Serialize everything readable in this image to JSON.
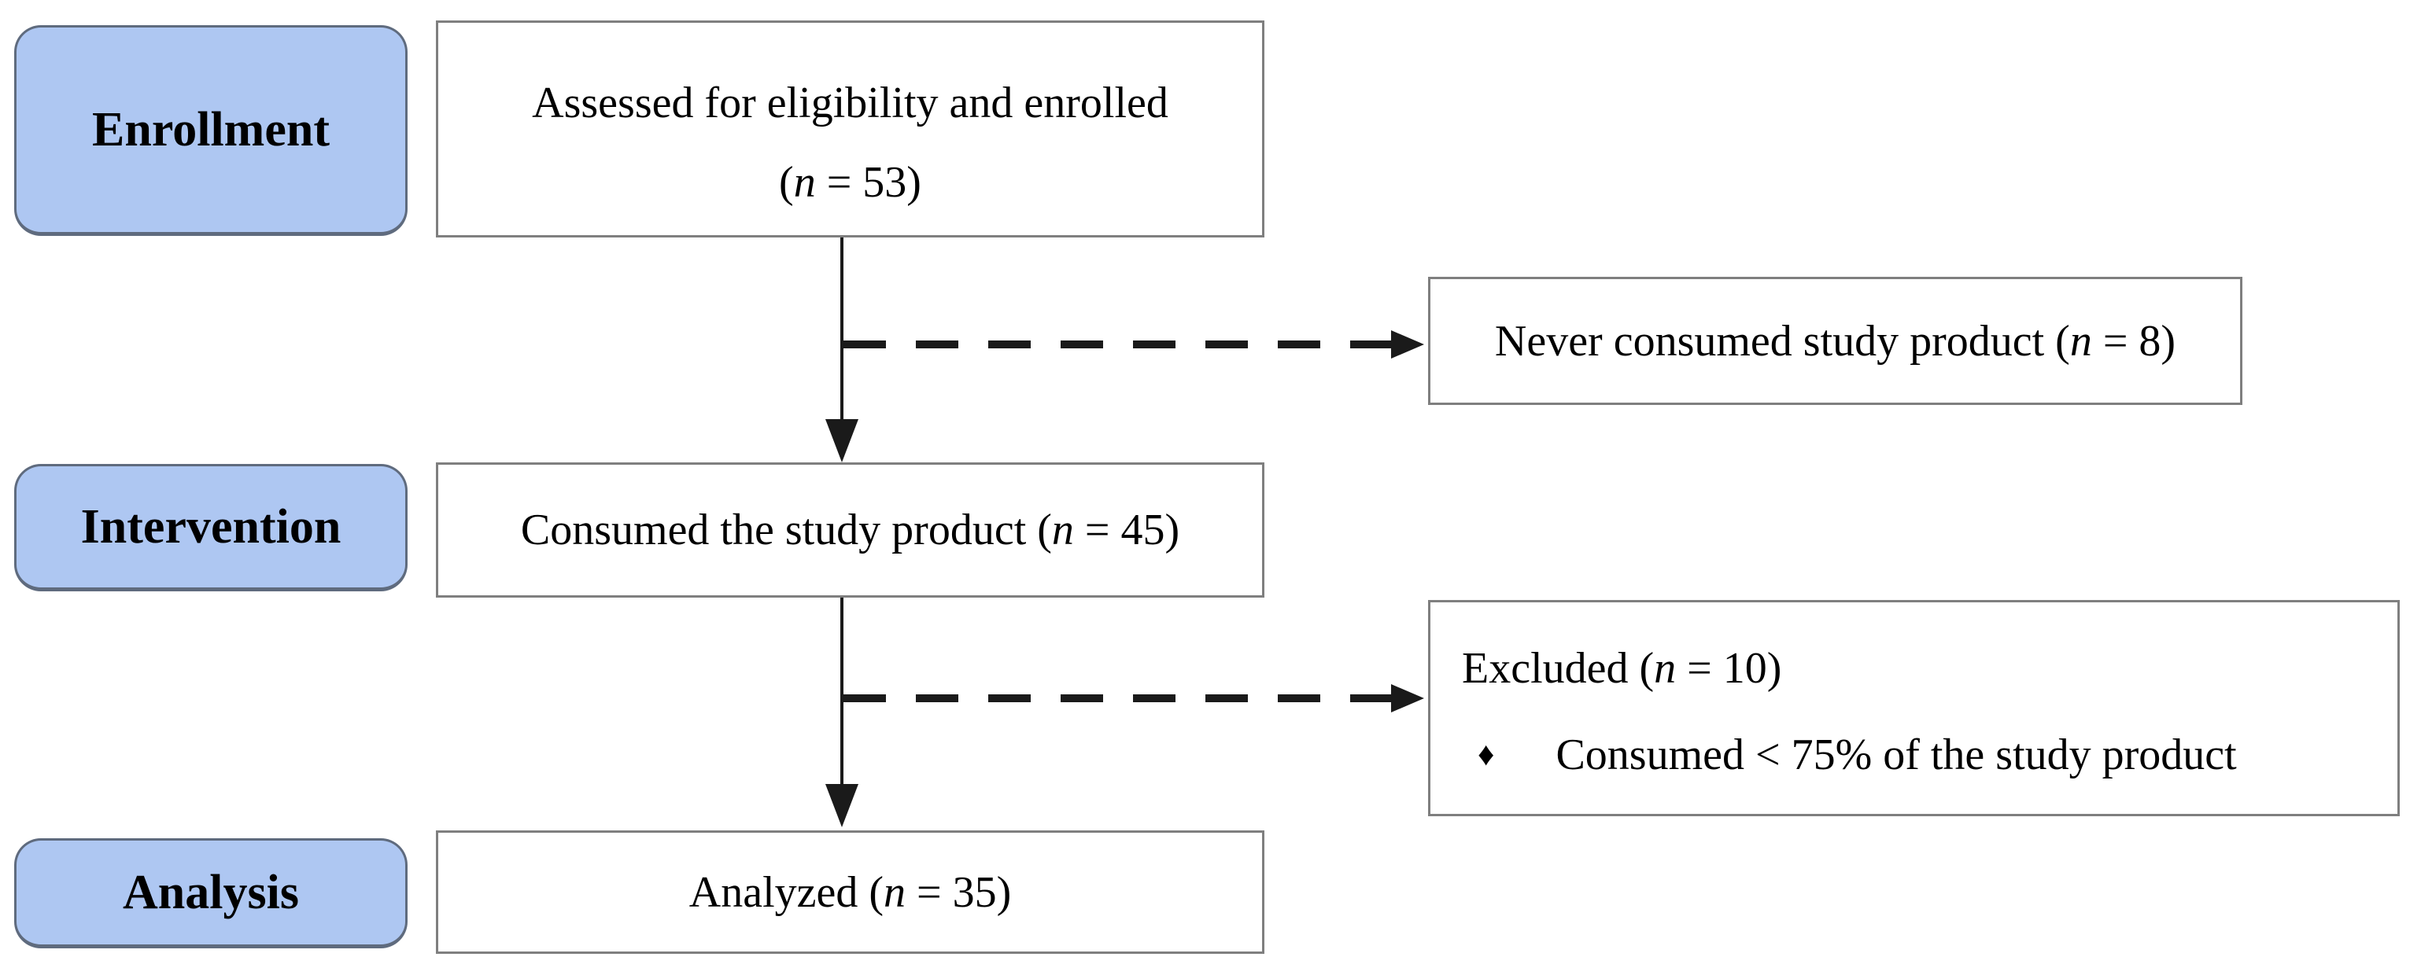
{
  "stages": {
    "enrollment": "Enrollment",
    "intervention": "Intervention",
    "analysis": "Analysis"
  },
  "boxes": {
    "assessed": {
      "line1": "Assessed for eligibility and enrolled",
      "open": "(",
      "n": "n",
      "rest": " = 53)"
    },
    "never_consumed": {
      "pre": "Never consumed study product (",
      "n": "n",
      "rest": " = 8)"
    },
    "consumed": {
      "pre": "Consumed the study product (",
      "n": "n",
      "rest": " = 45)"
    },
    "excluded": {
      "title_pre": "Excluded (",
      "n": "n",
      "title_rest": " = 10)",
      "bullet_glyph": "♦",
      "bullet_text": "Consumed < 75% of the study product"
    },
    "analyzed": {
      "pre": "Analyzed (",
      "n": "n",
      "rest": " = 35)"
    }
  },
  "colors": {
    "stage_fill": "#AEC7F2",
    "stage_border": "#5F6B7E",
    "box_border": "#7F7F7F",
    "arrow": "#1A1A1A",
    "text": "#000000"
  }
}
